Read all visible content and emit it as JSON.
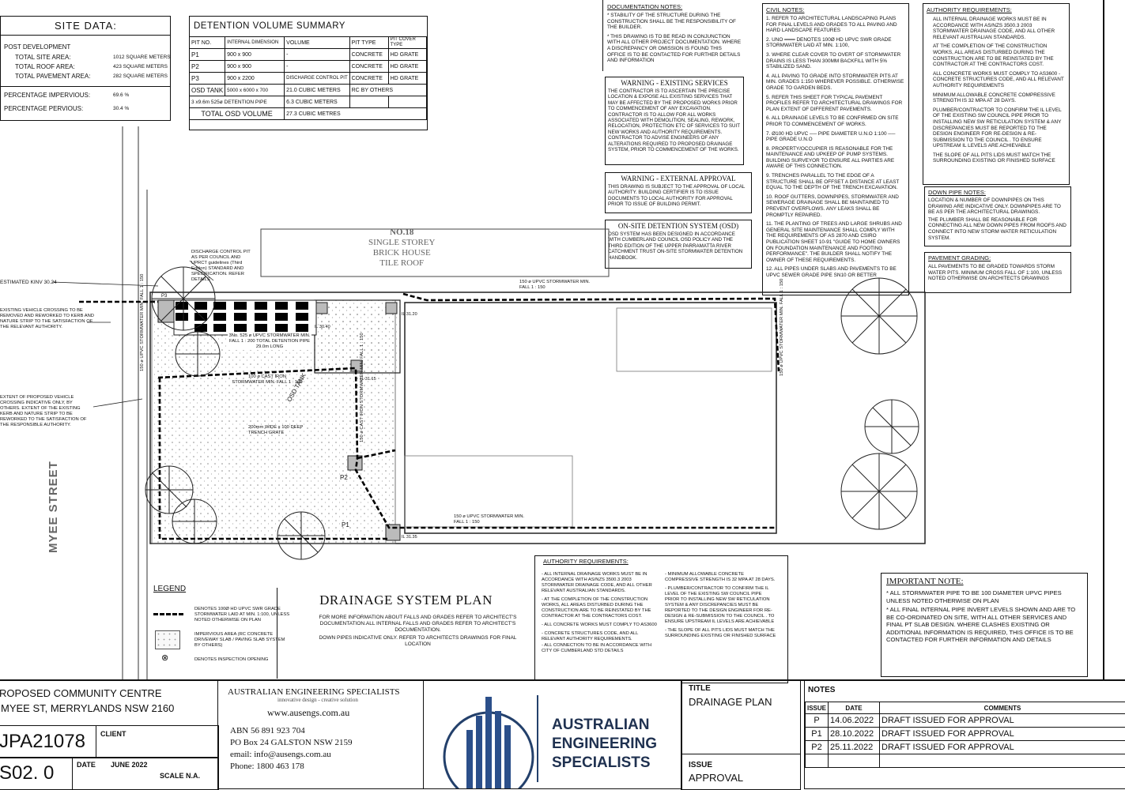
{
  "site_data": {
    "title": "SITE DATA:",
    "section": "POST DEVELOPMENT",
    "rows": [
      {
        "label": "TOTAL SITE AREA:",
        "value": "1012 SQUARE METERS"
      },
      {
        "label": "TOTAL ROOF AREA:",
        "value": "423 SQUARE METERS"
      },
      {
        "label": "TOTAL PAVEMENT AREA:",
        "value": "282 SQUARE METERS"
      }
    ],
    "pct": [
      {
        "label": "PERCENTAGE IMPERVIOUS:",
        "value": "69.6 %"
      },
      {
        "label": "PERCENTAGE PERVIOUS:",
        "value": "30.4 %"
      }
    ]
  },
  "detention": {
    "title": "DETENTION VOLUME SUMMARY",
    "headers": [
      "PIT NO.",
      "INTERNAL DIMENSION",
      "VOLUME",
      "PIT TYPE",
      "PIT COVER TYPE"
    ],
    "rows": [
      [
        "P1",
        "900 x 900",
        "-",
        "CONCRETE",
        "HD GRATE"
      ],
      [
        "P2",
        "900 x 900",
        "-",
        "CONCRETE",
        "HD GRATE"
      ],
      [
        "P3",
        "900 x 2200",
        "DISCHARGE CONTROL PIT",
        "CONCRETE",
        "HD GRATE"
      ],
      [
        "OSD TANK",
        "5000 x 6000 x 700",
        "21.0 CUBIC METERS",
        "RC BY OTHERS",
        ""
      ],
      [
        "3 x9.6m 525ø DETENTION PIPE",
        "",
        "6.3 CUBIC METERS",
        "",
        ""
      ]
    ],
    "total_label": "TOTAL OSD VOLUME",
    "total_value": "27.3 CUBIC METRES"
  },
  "doc_notes": {
    "heading": "DOCUMENTATION NOTES:",
    "items": [
      "* STABILITY OF THE STRUCTURE DURING THE CONSTRUCTION SHALL BE THE RESPONSIBILITY OF THE BUILDER.",
      "* THIS DRAWING IS TO BE READ IN CONJUNCTION WITH ALL OTHER PROJECT DOCUMENTATION. WHERE A DISCREPANCY OR OMISSION IS FOUND THIS OFFICE IS TO BE CONTACTED FOR FURTHER DETAILS AND INFORMATION"
    ]
  },
  "warn_services": {
    "heading": "WARNING - EXISTING SERVICES",
    "body": "THE CONTRACTOR IS TO ASCERTAIN THE PRECISE LOCATION & EXPOSE ALL EXISTING SERVICES THAT MAY BE AFFECTED BY THE PROPOSED WORKS PRIOR TO COMMENCEMENT OF ANY EXCAVATION. CONTRACTOR IS TO ALLOW FOR ALL WORKS ASSOCIATED WITH DEMOLITION, SEALING, REWORK, RELOCATION, PROTECTION ETC OF SERVICES TO SUIT NEW WORKS AND AUTHORITY REQUIREMENTS. CONTRACTOR TO ADVISE ENGINEERS OF ANY ALTERATIONS REQUIRED TO PROPOSED DRAINAGE SYSTEM, PRIOR TO COMMENCEMENT OF THE WORKS."
  },
  "warn_approval": {
    "heading": "WARNING - EXTERNAL APPROVAL",
    "body": "THIS DRAWING IS SUBJECT TO THE APPROVAL OF LOCAL AUTHORITY. BUILDING CERTIFIER IS TO ISSUE DOCUMENTS TO LOCAL AUTHORITY FOR APPROVAL PRIOR TO ISSUE OF BUILDING PERMIT."
  },
  "osd_box": {
    "heading": "ON-SITE DETENTION SYSTEM (OSD)",
    "body": "OSD SYSTEM HAS BEEN DESIGNED IN ACCORDANCE WITH CUMBERLAND COUNCIL OSD POLICY AND THE THIRD EDITION OF THE UPPER PARRAMATTA RIVER CATCHMENT TRUST ON-SITE STORMWATER DETENTION HANDBOOK."
  },
  "civil_notes": {
    "heading": "CIVIL NOTES:",
    "items": [
      "1. REFER TO ARCHITECTURAL LANDSCAPING PLANS FOR FINAL LEVELS AND GRADES TO ALL PAVING AND HARD LANDSCAPE FEATURES",
      "2. UNO ═══ DENOTES 100Ø HD UPVC SWR GRADE STORMWATER LAID AT MIN. 1:100,",
      "3. WHERE CLEAR COVER TO OVERT OF STORMWATER DRAINS IS LESS THAN 300mm BACKFILL WITH 5% STABILIZED SAND.",
      "4. ALL PAVING TO GRADE INTO STORMWATER PITS AT MIN. GRADES 1:150 WHEREVER POSSIBLE. OTHERWISE GRADE TO GARDEN BEDS.",
      "5. REFER THIS SHEET FOR TYPICAL PAVEMENT PROFILES REFER TO ARCHITECTURAL DRAWINGS FOR PLAN EXTENT OF DIFFERENT PAVEMENTS.",
      "6. ALL DRAINAGE LEVELS TO BE CONFIRMED ON SITE PRIOR TO COMMENCEMENT OF WORKS.",
      "7. Ø100 HD UPVC ── PIPE DIAMETER U.N.O 1:100 ── PIPE GRADE U.N.O",
      "8. PROPERTY/OCCUPIER IS REASONABLE FOR THE MAINTENANCE AND UPKEEP OF PUMP SYSTEMS. BUILDING SURVEYOR TO ENSURE ALL PARTIES ARE AWARE OF THIS CONNECTION.",
      "9. TRENCHES PARALLEL TO THE EDGE OF A STRUCTURE SHALL BE OFFSET A DISTANCE AT LEAST EQUAL TO THE DEPTH OF THE TRENCH EXCAVATION.",
      "10. ROOF GUTTERS, DOWNPIPES, STORMWATER AND SEWERAGE DRAINAGE SHALL BE MAINTAINED TO PREVENT OVERFLOWS. ANY LEAKS SHALL BE PROMPTLY REPAIRED.",
      "11. THE PLANTING OF TREES AND LARGE SHRUBS AND GENERAL SITE MAINTENANCE SHALL COMPLY WITH THE REQUIREMENTS OF AS 2870 AND CSIRO PUBLICATION SHEET 10-91 \"GUIDE TO HOME OWNERS ON FOUNDATION MAINTENANCE AND FOOTING PERFORMANCE\". THE BUILDER SHALL NOTIFY THE OWNER OF THESE REQUIREMENTS.",
      "12. ALL PIPES UNDER SLABS AND PAVEMENTS TO BE UPVC SEWER GRADE PIPE SN10 OR BETTER"
    ]
  },
  "auth_req_top": {
    "heading": "AUTHORITY REQUIREMENTS:",
    "items": [
      "ALL INTERNAL DRAINAGE WORKS MUST BE IN ACCORDANCE WITH AS/NZS 3500.3 2003 STORMWATER DRAINAGE CODE, AND ALL OTHER RELEVANT AUSTRALIAN STANDARDS.",
      "AT THE COMPLETION OF THE CONSTRUCTION WORKS, ALL AREAS DISTURBED DURING THE CONSTRUCTION ARE TO BE REINSTATED BY THE CONTRACTOR AT THE CONTRACTORS COST.",
      "ALL CONCRETE WORKS MUST COMPLY TO AS3600 - CONCRETE STRUCTURES CODE, AND ALL RELEVANT AUTHORITY REQUIREMENTS",
      "MINIMUM ALLOWABLE CONCRETE COMPRESSIVE STRENGTH IS 32 MPa AT 28 DAYS.",
      "PLUMBER/CONTRACTOR TO CONFIRM THE IL LEVEL OF THE EXISTING SW COUNCIL PIPE PRIOR TO INSTALLING NEW SW RETICULATION SYSTEM & ANY DISCREPANCIES MUST BE REPORTED TO THE DESIGN ENGINEER FOR RE-DESIGN & RE-SUBMISSION TO THE COUNCIL . TO ENSURE UPSTREAM IL LEVELS ARE ACHIEVABLE",
      "THE SLOPE OF ALL PITS LIDS MUST MATCH THE SURROUNDING EXISTING OR FINISHED SURFACE"
    ]
  },
  "down_pipe": {
    "heading": "DOWN PIPE NOTES:",
    "items": [
      "LOCATION & NUMBER OF DOWNPIPES ON THIS DRAWING ARE INDICATIVE ONLY. DOWNPIPES ARE TO BE AS PER THE ARCHITECTURAL DRAWINGS.",
      "THE PLUMBER SHALL BE REASONABLE FOR CONNECTING ALL NEW DOWN PIPES FROM ROOFS AND CONNECT INTO NEW STORM WATER RETICULATION SYSTEM."
    ]
  },
  "pavement": {
    "heading": "PAVEMENT GRADING:",
    "body": "ALL PAVEMENTS TO BE GRADED TOWARDS STORM WATER PITS. MINIMUM CROSS FALL OF 1:100, UNLESS NOTED OTHERWISE ON ARCHITECTS DRAWINGS"
  },
  "plan": {
    "neighbour": [
      "NO.18",
      "SINGLE STOREY",
      "BRICK HOUSE",
      "TILE ROOF"
    ],
    "street": "MYEE STREET",
    "labels": {
      "kinv": "ESTIMATED KINV 30.24",
      "crossing": "EXISTING VEHICLE CROSSING TO BE REMOVED AND REWORKED TO KERB AND NATURE STRIP TO THE SATISFACTION OF THE RELEVANT AUTHORITY.",
      "extent": "EXTENT OF PROPOSED VEHICLE CROSSING INDICATIVE ONLY, BY OTHERS. EXTENT OF THE EXISTING KERB AND NATURE STRIP TO BE REWORKED TO THE SATISFACTION OF THE RESPONSIBLE AUTHORITY.",
      "discharge": "DISCHARGE CONTROL PIT AS PER COUNCIL AND UPRCT guidelines (Third Edition) STANDARD AND SPECIFICATION. REFER DETAILS",
      "top_pipe": "150 ø UPVC STORMWATER MIN. FALL 1 : 150",
      "detention_pipe": "3No. 525 ø UPVC STORMWATER MIN. FALL 1 : 200 TOTAL DETENTION PIPE 29.0m LONG",
      "cast_iron": "100 ø CAST IRON STORMWATER MIN. FALL 1 : 100",
      "trench": "200mm WIDE x 100 DEEP TRENCH GRATE",
      "osd_tank": "OSD TANK",
      "bottom_pipe": "150 ø UPVC STORMWATER MIN. FALL 1 : 150",
      "right_pipe": "150 ø UPVC STORMWATER MIN. FALL 1 : 150",
      "left_pipe": "150 ø UPVC STORMWATER MIN. FALL 1 : 150",
      "mid_pipe": "150 ø CAST IRON STORMWATER MIN. FALL 1 : 150",
      "p1": "P1",
      "p2": "P2",
      "p3": "P3",
      "l1": "IL 30.40",
      "l2": "IL 31.15",
      "l3": "IL 31.35",
      "l4": "IL 31.20"
    }
  },
  "legend": {
    "heading": "LEGEND",
    "items": [
      {
        "text": "DENOTES 100Ø HD UPVC SWR GRADE STORMWATER LAID AT MIN. 1:100, UNLESS NOTED OTHERWISE ON PLAN"
      },
      {
        "text": "IMPERVIOUS AREA (RC CONCRETE DRIVEWAY SLAB / PAVING SLAB SYSTEM BY OTHERS)"
      },
      {
        "text": "DENOTES INSPECTION OPENING"
      }
    ]
  },
  "plan_title": {
    "title": "DRAINAGE SYSTEM PLAN",
    "sub1": "FOR MORE INFORMATION ABOUT FALLS AND GRADES REFER TO ARCHITECT'S DOCUMENTATION.ALL INTERNAL FALLS AND GRADES REFER TO ARCHITECT'S DOCUMENTATION.",
    "sub2": "DOWN PIPES INDICATIVE ONLY. REFER TO ARCHITECTS DRAWINGS FOR FINAL LOCATION"
  },
  "auth_req_bottom": {
    "heading": "AUTHORITY REQUIREMENTS:",
    "col1": [
      "- ALL INTERNAL DRAINAGE WORKS MUST BE IN ACCORDANCE WITH AS/NZS 3500.3 2003 STORMWATER DRAINAGE CODE, AND ALL OTHER RELEVANT AUSTRALIAN STANDARDS.",
      "- AT THE COMPLETION OF THE CONSTRUCTION WORKS, ALL AREAS DISTURBED DURING THE CONSTRUCTION ARE TO BE REINSTATED BY THE CONTRACTOR AT THE CONTRACTORS COST.",
      "- ALL CONCRETE WORKS MUST COMPLY TO AS3600",
      "- CONCRETE STRUCTURES CODE, AND ALL RELEVANT AUTHORITY REQUIREMENTS.",
      "- ALL CONNECTION TO BE IN ACCORDANCE WITH CITY OF CUMBERLAND STD DETAILS"
    ],
    "col2": [
      "- MINIMUM ALLOWABLE CONCRETE COMPRESSIVE STRENGTH IS 32 MPa AT 28 DAYS.",
      "- PLUMBER/CONTRACTOR TO CONFIRM THE IL LEVEL OF THE EXISTING SW COUNCIL PIPE PRIOR TO INSTALLING NEW SW RETICULATION SYSTEM & ANY DISCREPANCIES MUST BE REPORTED TO THE DESIGN ENGINEER FOR RE-DESIGN & RE-SUBMISSION TO THE COUNCIL . TO ENSURE UPSTREAM IL LEVELS ARE ACHIEVABLE",
      "- THE SLOPE OF ALL PITS LIDS MUST MATCH THE SURROUNDING EXISTING OR FINISHED SURFACE"
    ]
  },
  "important": {
    "heading": "IMPORTANT NOTE:",
    "items": [
      "* ALL STORMWATER PIPE TO BE 100 DIAMETER UPVC PIPES UNLESS NOTED OTHERWISE ON PLAN",
      "* ALL FINAL INTERNAL PIPE INVERT LEVELS SHOWN AND ARE TO BE CO-ORDINATED ON SITE, WITH ALL OTHER SERVICES AND FINAL PT SLAB DESIGN. WHERE CLASHES EXISTING OR ADDITIONAL INFORMATION IS REQUIRED, THIS OFFICE IS TO BE CONTACTED FOR FURTHER INFORMATION AND DETAILS"
    ]
  },
  "title_block": {
    "project1": "ROPOSED COMMUNITY CENTRE",
    "project2": "MYEE ST, MERRYLANDS  NSW 2160",
    "job": "JPA21078",
    "client_label": "CLIENT",
    "drawing_no": "S02. 0",
    "date_label": "DATE",
    "date_value": "JUNE 2022",
    "scale": "SCALE N.A.",
    "company": "AUSTRALIAN ENGINEERING SPECIALISTS",
    "tagline": "innovative design - creative solution",
    "website": "www.ausengs.com.au",
    "abn": "ABN 56 891 923 704",
    "po": "PO Box 24 GALSTON NSW 2159",
    "email": "email: info@ausengs.com.au",
    "phone": "Phone: 1800 463 178",
    "logo_lines": [
      "AUSTRALIAN",
      "ENGINEERING",
      "SPECIALISTS"
    ],
    "title_label": "TITLE",
    "title_value": "DRAINAGE PLAN",
    "issue_label": "ISSUE",
    "issue_value": "APPROVAL",
    "notes_label": "NOTES",
    "issue_headers": [
      "ISSUE",
      "DATE",
      "COMMENTS"
    ],
    "issues": [
      [
        "P",
        "14.06.2022",
        "DRAFT ISSUED FOR APPROVAL"
      ],
      [
        "P1",
        "28.10.2022",
        "DRAFT ISSUED FOR APPROVAL"
      ],
      [
        "P2",
        "25.11.2022",
        "DRAFT ISSUED FOR APPROVAL"
      ]
    ]
  }
}
